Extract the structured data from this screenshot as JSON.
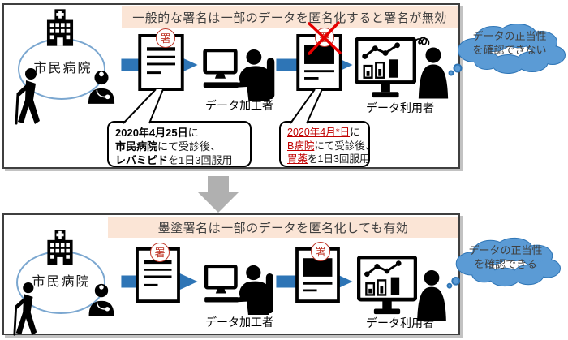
{
  "colors": {
    "arrow_blue": "#2e75b6",
    "cloud_fill": "#5b9bd5",
    "cloud_border": "#2e75b6",
    "title_bg": "#fbe5d6",
    "stamp_red": "#c0392b",
    "invalid_x_red": "#e60000",
    "highlight_red": "#c00000",
    "down_arrow_gray": "#b0b0b0"
  },
  "top_panel": {
    "title": "一般的な署名は一部のデータを匿名化すると署名が無効",
    "hospital_label": "市民病院",
    "signed_doc_stamp": "署",
    "anonymized_doc_stamp": "署",
    "processor_label": "データ加工者",
    "user_label": "データ利用者",
    "thought_cloud": {
      "line1": "データの正当性",
      "line2": "を確認できない"
    },
    "callout_original": {
      "line1_bold": "2020年4月25日",
      "line1_rest": "に",
      "line2_bold": "市民病院",
      "line2_rest": "にて受診後、",
      "line3_bold": "レバミピド",
      "line3_rest": "を1日3回服用"
    },
    "callout_anonymized": {
      "line1_red": "2020年4月*日",
      "line1_rest": "に",
      "line2_red": "B病院",
      "line2_rest": "にて受診後、",
      "line3_red": "胃薬",
      "line3_rest": "を1日3回服用"
    }
  },
  "bottom_panel": {
    "title": "墨塗署名は一部のデータを匿名化しても有効",
    "hospital_label": "市民病院",
    "signed_doc_stamp": "署",
    "sanitized_doc_stamp": "署",
    "processor_label": "データ加工者",
    "user_label": "データ利用者",
    "thought_cloud": {
      "line1": "データの正当性",
      "line2": "を確認できる"
    }
  }
}
